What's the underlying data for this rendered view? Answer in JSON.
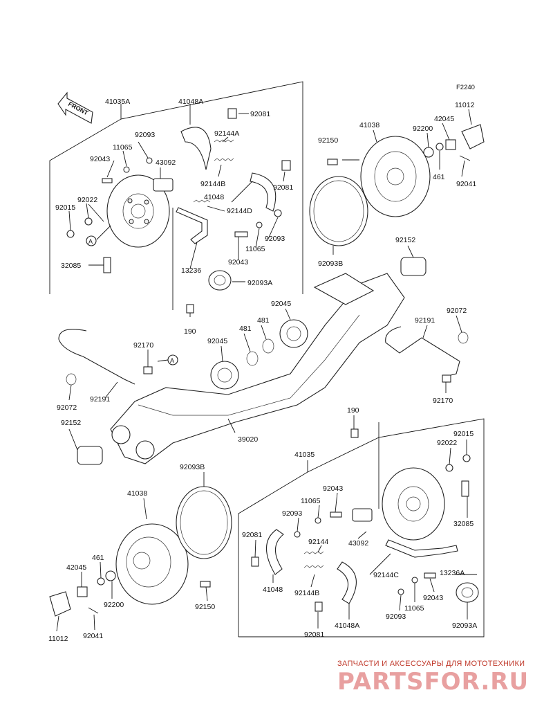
{
  "diagram_code": "F2240",
  "front_label": "FRONT",
  "watermark": {
    "tagline": "ЗАПЧАСТИ И АКСЕССУАРЫ ДЛЯ МОТОТЕХНИКИ",
    "brand": "PARTSFOR.RU"
  },
  "callouts": {
    "c01": "41035A",
    "c02": "41048A",
    "c03": "92081",
    "c04": "92093",
    "c05": "11065",
    "c06": "92144A",
    "c07": "92043",
    "c08": "43092",
    "c09": "92144B",
    "c10": "92081",
    "c11": "92022",
    "c12": "41048",
    "c13": "92144D",
    "c14": "92015",
    "c15": "92093",
    "c16": "A",
    "c17": "11065",
    "c18": "92043",
    "c19": "32085",
    "c20": "13236",
    "c21": "92093A",
    "c22": "190",
    "c23": "92150",
    "c24": "41038",
    "c25": "92200",
    "c26": "42045",
    "c27": "11012",
    "c28": "461",
    "c29": "92041",
    "c30": "92152",
    "c31": "92093B",
    "c32": "92045",
    "c33": "481",
    "c34": "481",
    "c35": "92045",
    "c36": "92072",
    "c37": "92191",
    "c38": "92170",
    "c39": "A",
    "c40": "92072",
    "c41": "92191",
    "c42": "92170",
    "c43": "92152",
    "c44": "39020",
    "c45": "190",
    "c46": "41035",
    "c47": "92015",
    "c48": "92022",
    "c49": "92093B",
    "c50": "41038",
    "c51": "92043",
    "c52": "11065",
    "c53": "92093",
    "c54": "32085",
    "c55": "92081",
    "c56": "92144",
    "c57": "43092",
    "c58": "461",
    "c59": "42045",
    "c60": "41048",
    "c61": "92144B",
    "c62": "92144C",
    "c63": "13236A",
    "c64": "92200",
    "c65": "92150",
    "c66": "92043",
    "c67": "11065",
    "c68": "92093",
    "c69": "92093A",
    "c70": "11012",
    "c71": "92041",
    "c72": "92081",
    "c73": "41048A"
  }
}
